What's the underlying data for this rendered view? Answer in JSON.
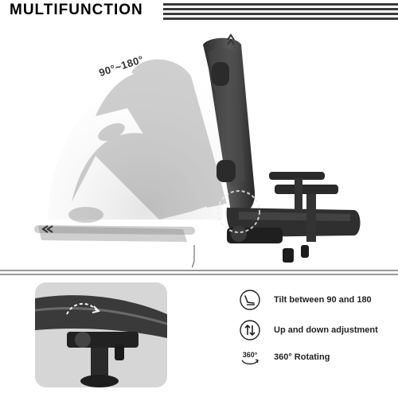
{
  "header": {
    "title": "MULTIFUNCTION"
  },
  "hero": {
    "angle_label": "90°~180°"
  },
  "features": [
    {
      "icon": "recline-icon",
      "label": "Tilt between 90 and 180"
    },
    {
      "icon": "up-down-arrows-icon",
      "label": "Up and down adjustment"
    },
    {
      "icon": "rotate-360-icon",
      "label": "360° Rotating",
      "icon_text": "360°"
    }
  ],
  "colors": {
    "stripe": "#3a3a3a",
    "chair": "#3b3b3b",
    "fade": "#8e8e8e"
  }
}
